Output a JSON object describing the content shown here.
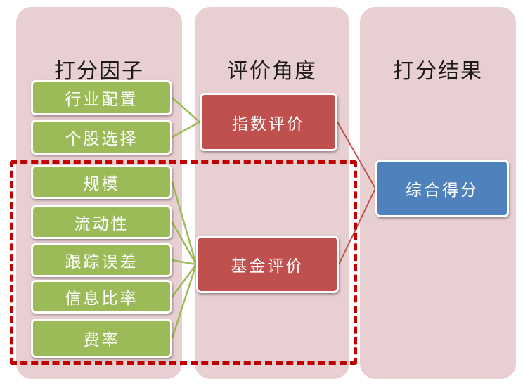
{
  "columns": [
    {
      "title": "打分因子"
    },
    {
      "title": "评价角度"
    },
    {
      "title": "打分结果"
    }
  ],
  "factors": [
    {
      "label": "行业配置",
      "target": "index_eval"
    },
    {
      "label": "个股选择",
      "target": "index_eval"
    },
    {
      "label": "规模",
      "target": "fund_eval"
    },
    {
      "label": "流动性",
      "target": "fund_eval"
    },
    {
      "label": "跟踪误差",
      "target": "fund_eval"
    },
    {
      "label": "信息比率",
      "target": "fund_eval"
    },
    {
      "label": "费率",
      "target": "fund_eval"
    }
  ],
  "evaluations": {
    "index_eval": {
      "label": "指数评价"
    },
    "fund_eval": {
      "label": "基金评价"
    }
  },
  "result": {
    "label": "综合得分"
  },
  "colors": {
    "column_bg": "#e8cfd1",
    "factor": "#9bbb59",
    "evaluation": "#c0504d",
    "result": "#4f81bd",
    "dashed_border": "#c00000"
  }
}
